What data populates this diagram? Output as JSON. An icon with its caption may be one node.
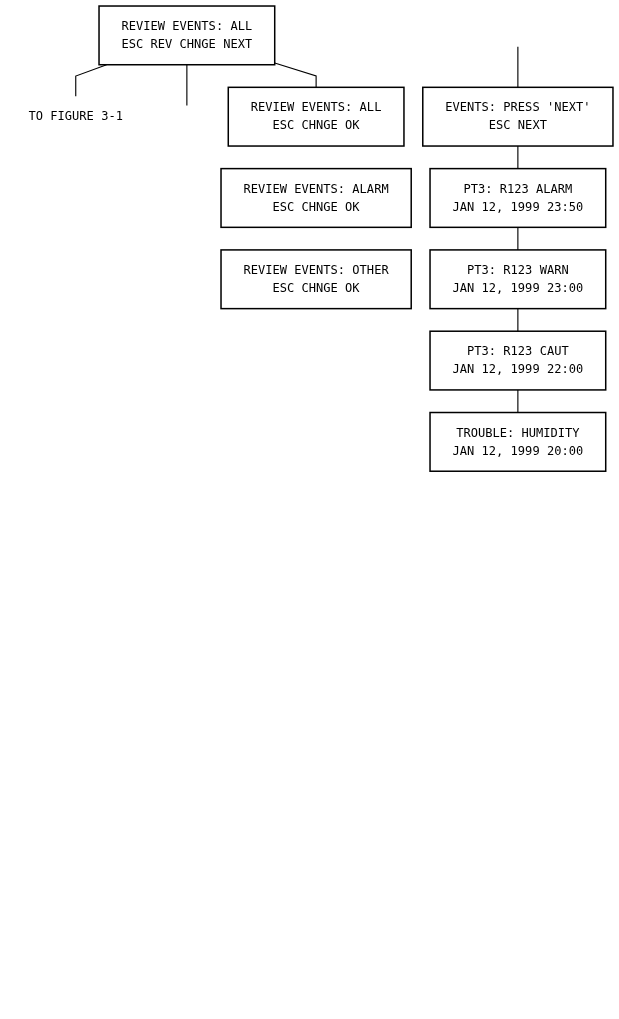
{
  "diagram": {
    "nodes": [
      {
        "text": [
          "REVIEW EVENTS:",
          "ALL",
          "ESC",
          "REV",
          "CHNGE",
          "NEXT"
        ]
      },
      {
        "text": [
          "TO FIGURE 3-1"
        ]
      },
      {
        "text": [
          "REVIEW EVENTS:",
          "ALL",
          "ESC",
          "CHNGE",
          "OK"
        ]
      },
      {
        "text": [
          "REVIEW EVENTS: ALARM",
          "ESC",
          "CHNGE",
          "OK"
        ]
      },
      {
        "text": [
          "REVIEW EVENTS: OTHER",
          "ESC",
          "CHNGE",
          "OK"
        ]
      },
      {
        "text": [
          "EVENTS: PRESS 'NEXT'",
          "ESC",
          "NEXT"
        ]
      },
      {
        "text": [
          "PT3: R123",
          "ALARM",
          "JAN 12, 1999",
          "23:50"
        ]
      },
      {
        "text": [
          "PT3: R123",
          "WARN",
          "JAN 12, 1999",
          "23:00"
        ]
      },
      {
        "text": [
          "PT3: R123",
          "CAUT",
          "JAN 12, 1999",
          "22:00"
        ]
      },
      {
        "text": [
          "TROUBLE:",
          "HUMIDITY",
          "JAN 12, 1999",
          "20:00"
        ]
      }
    ],
    "edges": [
      {
        "from": 0,
        "to": 1,
        "arrow": "none"
      },
      {
        "from": 0,
        "to": null,
        "arrow": "none"
      },
      {
        "from": 0,
        "to": 2,
        "arrow": "none"
      },
      {
        "from": null,
        "to": 5,
        "arrow": "none"
      },
      {
        "from": 5,
        "to": 6,
        "arrow": "none"
      },
      {
        "from": 6,
        "to": 7,
        "arrow": "none"
      },
      {
        "from": 7,
        "to": 8,
        "arrow": "none"
      },
      {
        "from": 8,
        "to": 9,
        "arrow": "none"
      }
    ]
  }
}
